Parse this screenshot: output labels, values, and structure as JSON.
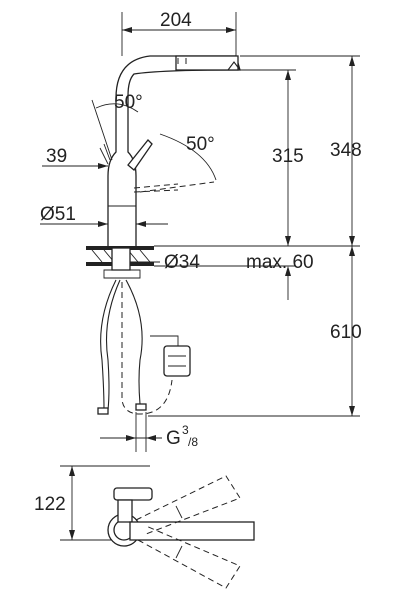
{
  "dimensions": {
    "spout_reach": "204",
    "swivel_left": "50°",
    "swivel_right": "50°",
    "handle_height": "39",
    "body_diameter": "Ø51",
    "spout_height": "315",
    "total_height": "348",
    "hole_diameter": "Ø34",
    "max_counter_thickness": "max. 60",
    "hose_length": "610",
    "connection_prefix": "G",
    "connection_num": "3",
    "connection_den": "/8",
    "plan_depth": "122"
  }
}
